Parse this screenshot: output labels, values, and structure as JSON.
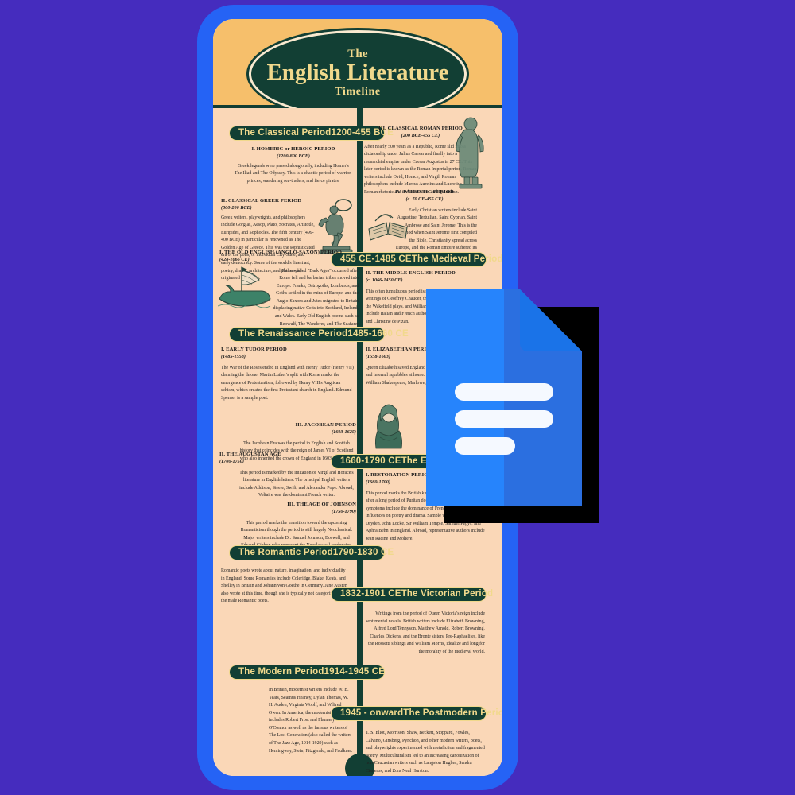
{
  "background": {
    "color": "#452CBE"
  },
  "device": {
    "frame_color": "#2563F5",
    "screen_color": "#FAD7B7"
  },
  "poster": {
    "header": {
      "band_color": "#F6BF6B",
      "badge_color": "#123F34",
      "accent_color": "#F1D98C",
      "line1": "The",
      "line2": "English Literature",
      "line3": "Timeline"
    },
    "periods": [
      {
        "name": "The Classical Period",
        "years": "1200-455 BCE",
        "align": "left",
        "subperiods": [
          {
            "title": "I. HOMERIC or HEROIC PERIOD",
            "years": "(1200-800 BCE)",
            "text": "Greek legends were passed along orally, including Homer's The Iliad and The Odyssey. This is a chaotic period of warrior-princes, wandering sea-traders, and fierce pirates."
          },
          {
            "title": "II. CLASSICAL GREEK PERIOD",
            "years": "(800-200 BCE)",
            "text": "Greek writers, playwrights, and philosophers include Gorgias, Aesop, Plato, Socrates, Aristotle, Euripides, and Sophocles. The fifth century (499-400 BCE) in particular is renowned as The Golden Age of Greece. This was the sophisticated era of the polis, or individual City-State, and early democracy. Some of the world's finest art, poetry, drama, architecture, and philosophy originated in Athens."
          },
          {
            "title": "III. CLASSICAL ROMAN PERIOD",
            "years": "(200 BCE-455 CE)",
            "text": "After nearly 500 years as a Republic, Rome slid into a dictatorship under Julius Caesar and finally into a monarchial empire under Caesar Augustus in 27 CE. This later period is known as the Roman Imperial period. Roman writers include Ovid, Horace, and Virgil. Roman philosophers include Marcus Aurelius and Lucretius. Roman rhetoricians include Cicero and Quintilian."
          },
          {
            "title": "IV. PATRISTIC PERIOD",
            "years": "(c. 70 CE-455 CE)",
            "text": "Early Christian writers include Saint Augustine, Tertullian, Saint Cyprian, Saint Ambrose and Saint Jerome. This is the period when Saint Jerome first compiled the Bible, Christianity spread across Europe, and the Roman Empire suffered its dying convulsions."
          }
        ]
      },
      {
        "name": "The Medieval Period",
        "years": "455 CE-1485 CE",
        "align": "right",
        "subperiods": [
          {
            "title": "I. THE OLD ENGLISH (ANGLO-SAXON) PERIOD",
            "years": "(428-1066 CE)",
            "text": "The so-called \"Dark Ages\" occurred after Rome fell and barbarian tribes moved into Europe. Franks, Ostrogoths, Lombards, and Goths settled in the ruins of Europe, and the Anglo-Saxons and Jutes migrated to Britain displacing native Celts into Scotland, Ireland, and Wales. Early Old English poems such as Beowulf, The Wanderer, and The Seafarer originated sometime late in the Anglo-Saxon period."
          },
          {
            "title": "II. THE MIDDLE ENGLISH PERIOD",
            "years": "(c. 1066-1450 CE)",
            "text": "This often tumultuous period is marked by the Middle English writings of Geoffrey Chaucer, the \"Gawain\" or \"Pearl\" Poet, the Wakefield plays, and William Langland. Other writers include Italian and French authors like Boccaccio, Petrarch, and Christine de Pizan."
          }
        ]
      },
      {
        "name": "The Renaissance Period",
        "years": "1485-1660 CE",
        "align": "left",
        "subperiods": [
          {
            "title": "I. EARLY TUDOR PERIOD",
            "years": "(1485-1558)",
            "text": "The War of the Roses ended in England with Henry Tudor (Henry VII) claiming the throne. Martin Luther's split with Rome marks the emergence of Protestantism, followed by Henry VIII's Anglican schism, which created the first Protestant church in England. Edmund Spenser is a sample poet."
          },
          {
            "title": "II. ELIZABETHAN PERIOD",
            "years": "(1558-1603)",
            "text": "Queen Elizabeth saved England from both Spanish invasion and internal squabbles at home. Her reign is marked by William Shakespeare, Marlowe, Kyd, and Sidney."
          },
          {
            "title": "III. JACOBEAN PERIOD",
            "years": "(1603-1625)",
            "text": "The Jacobean Era was the period in English and Scottish history that coincides with the reign of James VI of Scotland who also inherited the crown of England in 1603 as James I."
          }
        ]
      },
      {
        "name": "The Enlightenment",
        "years": "1660-1790 CE",
        "align": "right",
        "subperiods": [
          {
            "title": "I. RESTORATION PERIOD",
            "years": "(1660-1700)",
            "text": "This period marks the British king's restoration to the throne after a long period of Puritan domination in England. Its symptoms include the dominance of French and Classical influences on poetry and drama. Sample writers include John Dryden, John Locke, Sir William Temple, Samuel Pepys, and Aphra Behn in England. Abroad, representative authors include Jean Racine and Moliere."
          },
          {
            "title": "II. THE AUGUSTAN AGE",
            "years": "(1700-1750)",
            "text": "This period is marked by the imitation of Virgil and Horace's literature in English letters. The principal English writers include Addison, Steele, Swift, and Alexander Pope. Abroad, Voltaire was the dominant French writer."
          },
          {
            "title": "III. THE AGE OF JOHNSON",
            "years": "(1750-1790)",
            "text": "This period marks the transition toward the upcoming Romanticism though the period is still largely Neoclassical. Major writers include Dr. Samuel Johnson, Boswell, and Edward Gibbon who represent the Neoclassical tendencies."
          }
        ]
      },
      {
        "name": "The Romantic Period",
        "years": "1790-1830 CE",
        "align": "left",
        "subperiods": [
          {
            "title": "",
            "years": "",
            "text": "Romantic poets wrote about nature, imagination, and individuality in England. Some Romantics include Coleridge, Blake, Keats, and Shelley in Britain and Johann von Goethe in Germany. Jane Austen also wrote at this time, though she is typically not categorized with the male Romantic poets."
          }
        ]
      },
      {
        "name": "The Victorian Period",
        "years": "1832-1901 CE",
        "align": "right",
        "subperiods": [
          {
            "title": "",
            "years": "",
            "text": "Writings from the period of Queen Victoria's reign include sentimental novels. British writers include Elizabeth Browning, Alfred Lord Tennyson, Matthew Arnold, Robert Browning, Charles Dickens, and the Bronte sisters. Pre-Raphaelites, like the Rossetti siblings and William Morris, idealize and long for the morality of the medieval world."
          }
        ]
      },
      {
        "name": "The Modern Period",
        "years": "1914-1945 CE",
        "align": "left",
        "subperiods": [
          {
            "title": "",
            "years": "",
            "text": "In Britain, modernist writers include W. B. Yeats, Seamus Heaney, Dylan Thomas, W. H. Auden, Virginia Woolf, and Wilfred Owen. In America, the modernist period includes Robert Frost and Flannery O'Connor as well as the famous writers of The Lost Generation (also called the writers of The Jazz Age, 1914-1929) such as Hemingway, Stein, Fitzgerald, and Faulkner."
          }
        ]
      },
      {
        "name": "The Postmodern Period",
        "years": "1945 - onward",
        "align": "right",
        "subperiods": [
          {
            "title": "",
            "years": "",
            "text": "T. S. Eliot, Morrison, Shaw, Beckett, Stoppard, Fowles, Calvino, Ginsberg, Pynchon, and other modern writers, poets, and playwrights experimented with metafiction and fragmented poetry. Multiculturalism led to an increasing canonization of non-Caucasian writers such as Langston Hughes, Sandra Cisneros, and Zora Neal Hurston."
          }
        ]
      }
    ]
  },
  "overlay": {
    "icon": "google-docs-icon",
    "page_color": "#2684FC",
    "page_shade_color": "#2B6FE0",
    "fold_color": "#1A73E8",
    "line_color": "#F5F9FF",
    "shadow_color": "#000000"
  }
}
